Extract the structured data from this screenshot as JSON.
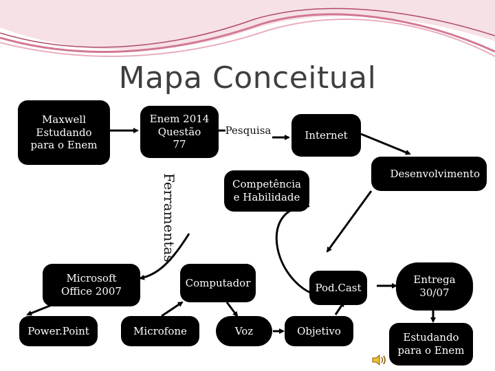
{
  "title": "Mapa Conceitual",
  "nodes": {
    "maxwell": "Maxwell\nEstudando\npara o Enem",
    "enem": "Enem 2014\nQuestão\n77",
    "pesquisa": "Pesquisa",
    "internet": "Internet",
    "desenvolvimento": "Desenvolvimento",
    "competencia": "Competência\ne Habilidade",
    "ferramentas": "Ferramentas",
    "office": "Microsoft\nOffice 2007",
    "computador": "Computador",
    "podcast": "Pod.Cast",
    "entrega": "Entrega\n30/07",
    "powerpoint": "Power.Point",
    "microfone": "Microfone",
    "voz": "Voz",
    "objetivo": "Objetivo",
    "estudando": "Estudando\npara o Enem"
  },
  "colors": {
    "node_bg": "#000000",
    "node_text": "#ffffff",
    "title": "#3f3f3f",
    "banner_pink": "#c0506a"
  },
  "icons": {
    "speaker": "speaker-icon"
  }
}
